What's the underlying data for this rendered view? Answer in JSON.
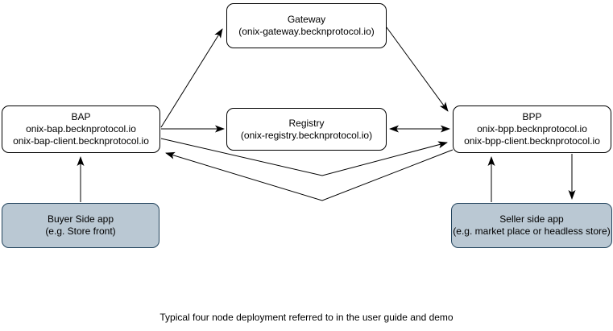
{
  "colors": {
    "background": "#ffffff",
    "node_fill": "#ffffff",
    "node_stroke": "#000000",
    "app_fill": "#bac8d3",
    "app_stroke": "#23445d",
    "arrow": "#000000"
  },
  "diagram": {
    "caption": "Typical four node deployment referred to in the user guide and demo",
    "nodes": {
      "gateway": {
        "lines": [
          "Gateway",
          "(onix-gateway.becknprotocol.io)"
        ]
      },
      "bap": {
        "lines": [
          "BAP",
          "onix-bap.becknprotocol.io",
          "onix-bap-client.becknprotocol.io"
        ]
      },
      "registry": {
        "lines": [
          "Registry",
          "(onix-registry.becknprotocol.io)"
        ]
      },
      "bpp": {
        "lines": [
          "BPP",
          "onix-bpp.becknprotocol.io",
          "onix-bpp-client.becknprotocol.io"
        ]
      },
      "buyer_app": {
        "lines": [
          "Buyer Side app",
          "(e.g. Store front)"
        ]
      },
      "seller_app": {
        "lines": [
          "Seller side app",
          "(e.g. market place or headless store)"
        ]
      }
    },
    "edges": [
      {
        "name": "bap-to-gateway",
        "direction": "single"
      },
      {
        "name": "gateway-to-bpp",
        "direction": "single"
      },
      {
        "name": "bap-to-registry",
        "direction": "single"
      },
      {
        "name": "registry-and-bpp",
        "direction": "double"
      },
      {
        "name": "bap-to-bpp-lower-path",
        "direction": "single"
      },
      {
        "name": "bpp-to-bap-lower-path",
        "direction": "single"
      },
      {
        "name": "buyer-app-to-bap",
        "direction": "single"
      },
      {
        "name": "seller-app-to-bpp",
        "direction": "single"
      },
      {
        "name": "bpp-to-seller-app",
        "direction": "single"
      }
    ]
  }
}
